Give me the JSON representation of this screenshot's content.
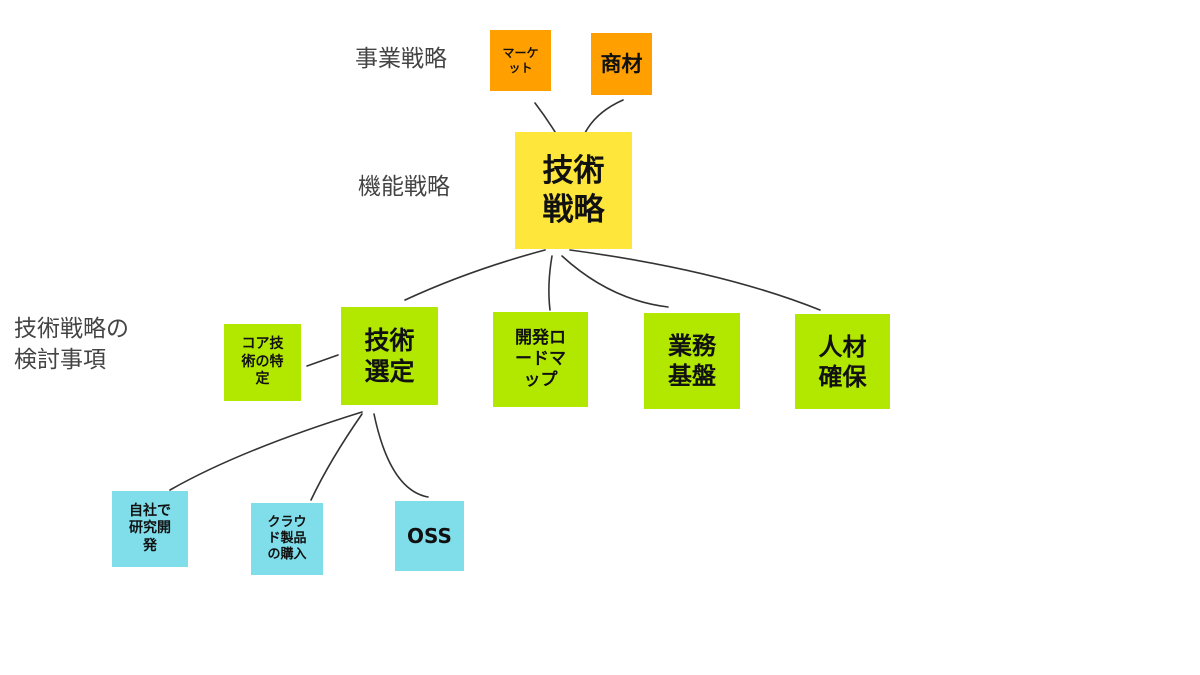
{
  "labels": {
    "business_strategy": "事業戦略",
    "functional_strategy": "機能戦略",
    "tech_strategy_considerations": "技術戦略の\n検討事項"
  },
  "colors": {
    "orange": "#FFA000",
    "yellow": "#FFE63B",
    "green": "#B2E800",
    "cyan": "#80DEEA",
    "line": "#333333"
  },
  "notes": {
    "market": "マーケット",
    "product": "商材",
    "tech_strategy": "技術戦略",
    "core_tech": "コア技術の特定",
    "tech_selection": "技術選定",
    "dev_roadmap": "開発ロードマップ",
    "business_infra": "業務基盤",
    "talent": "人材確保",
    "in_house_rd": "自社で研究開発",
    "cloud_purchase": "クラウド製品の購入",
    "oss": "OSS"
  }
}
